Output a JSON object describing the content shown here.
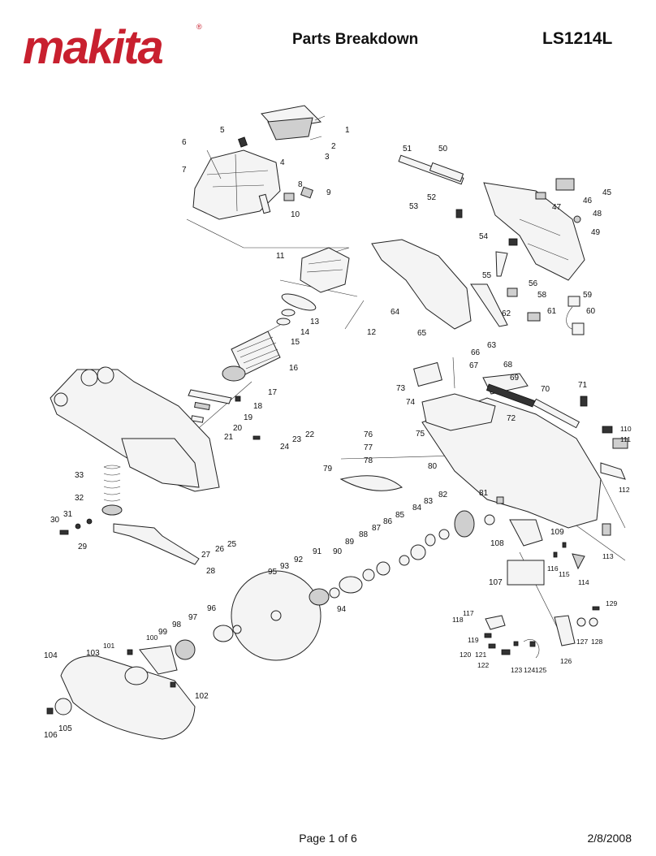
{
  "brand": {
    "logo_text": "makita",
    "registered": "®",
    "color": "#c8202f"
  },
  "header": {
    "title": "Parts Breakdown",
    "model": "LS1214L"
  },
  "footer": {
    "page": "Page 1 of 6",
    "date": "2/8/2008"
  },
  "part_labels": [
    "1",
    "2",
    "3",
    "4",
    "5",
    "6",
    "7",
    "8",
    "9",
    "10",
    "11",
    "12",
    "13",
    "14",
    "15",
    "16",
    "17",
    "18",
    "19",
    "20",
    "21",
    "22",
    "23",
    "24",
    "25",
    "26",
    "27",
    "28",
    "29",
    "30",
    "31",
    "32",
    "33",
    "45",
    "46",
    "47",
    "48",
    "49",
    "50",
    "51",
    "52",
    "53",
    "54",
    "55",
    "56",
    "58",
    "59",
    "60",
    "61",
    "62",
    "63",
    "64",
    "65",
    "66",
    "67",
    "68",
    "69",
    "70",
    "71",
    "72",
    "73",
    "74",
    "75",
    "76",
    "77",
    "78",
    "79",
    "80",
    "81",
    "82",
    "83",
    "84",
    "85",
    "86",
    "87",
    "88",
    "89",
    "90",
    "91",
    "92",
    "93",
    "94",
    "95",
    "96",
    "97",
    "98",
    "99",
    "100",
    "101",
    "102",
    "103",
    "104",
    "105",
    "106",
    "107",
    "108",
    "109",
    "110",
    "111",
    "112",
    "113",
    "114",
    "115",
    "116",
    "117",
    "118",
    "119",
    "120",
    "121",
    "122",
    "123",
    "124",
    "125",
    "126",
    "127",
    "128",
    "129"
  ]
}
